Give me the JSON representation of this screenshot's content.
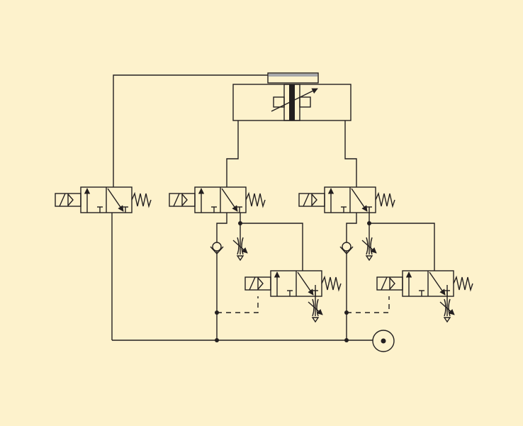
{
  "background_color": "#fdf2cc",
  "line_color": "#231f20",
  "cylinder_rod_color": "#a7a9ac",
  "components": {
    "actuator": "cylinder-with-adjustable-cushion",
    "valves": [
      "directional-valve-1",
      "directional-valve-2",
      "directional-valve-3",
      "directional-valve-4",
      "directional-valve-5"
    ],
    "check_valves": 2,
    "throttle_valves": 4,
    "pressure_source": 1
  }
}
